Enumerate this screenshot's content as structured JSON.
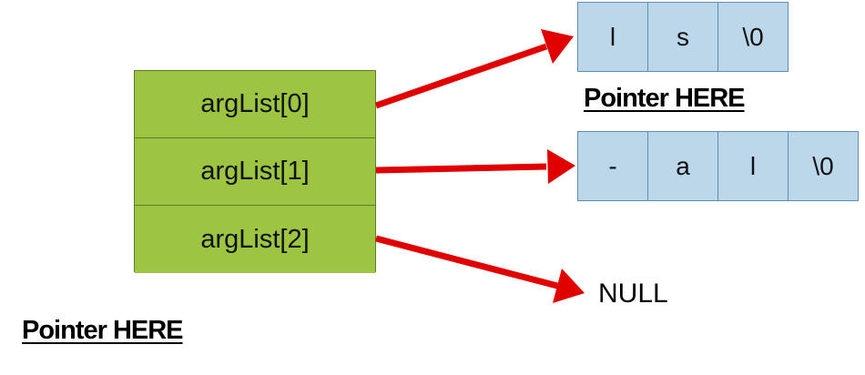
{
  "arg_list": [
    "argList[0]",
    "argList[1]",
    "argList[2]"
  ],
  "string_ls": [
    "l",
    "s",
    "\\0"
  ],
  "string_al": [
    "-",
    "a",
    "l",
    "\\0"
  ],
  "label_top": "Pointer HERE",
  "label_bottom": "Pointer HERE",
  "null_text": "NULL",
  "colors": {
    "arg_cell": "#9dc541",
    "char_cell": "#bcd6ea",
    "arrow": "#e00000"
  }
}
